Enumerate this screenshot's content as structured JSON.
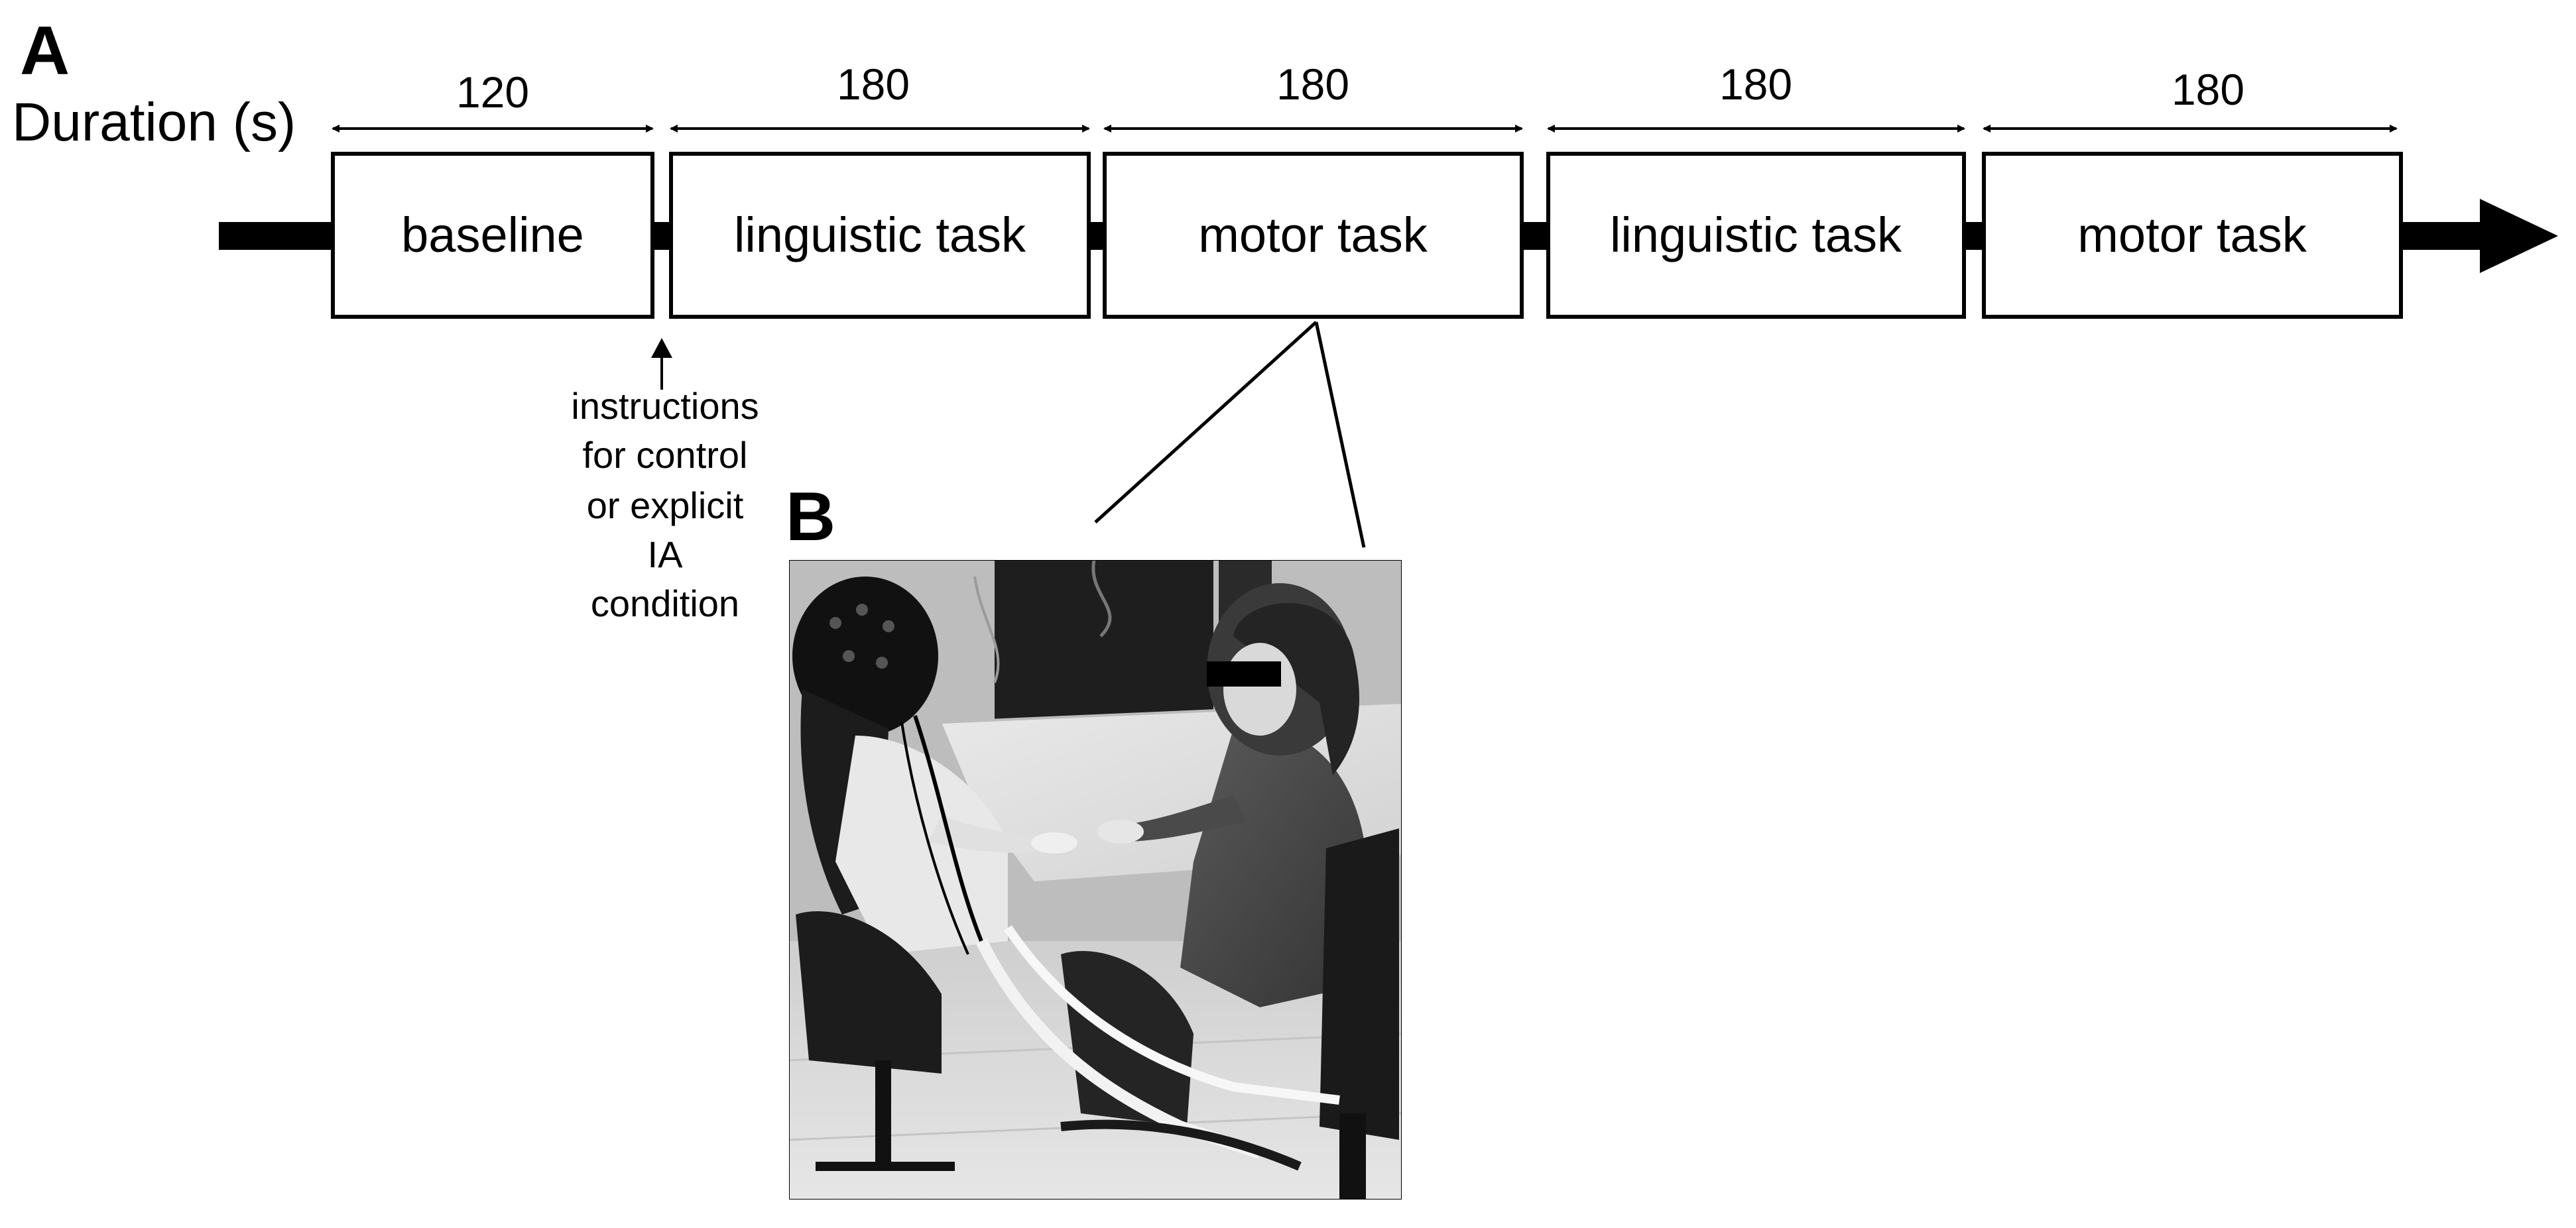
{
  "panel_a": {
    "letter": "A",
    "duration_label": "Duration (s)",
    "phases": [
      {
        "duration": "120",
        "label": "baseline"
      },
      {
        "duration": "180",
        "label": "linguistic task"
      },
      {
        "duration": "180",
        "label": "motor task"
      },
      {
        "duration": "180",
        "label": "linguistic task"
      },
      {
        "duration": "180",
        "label": "motor task"
      }
    ],
    "instructions_note": [
      "instructions",
      "for control",
      "or explicit",
      "IA",
      "condition"
    ]
  },
  "panel_b": {
    "letter": "B",
    "photo_style": "grayscale"
  },
  "colors": {
    "ink": "#000000",
    "background": "#ffffff"
  }
}
